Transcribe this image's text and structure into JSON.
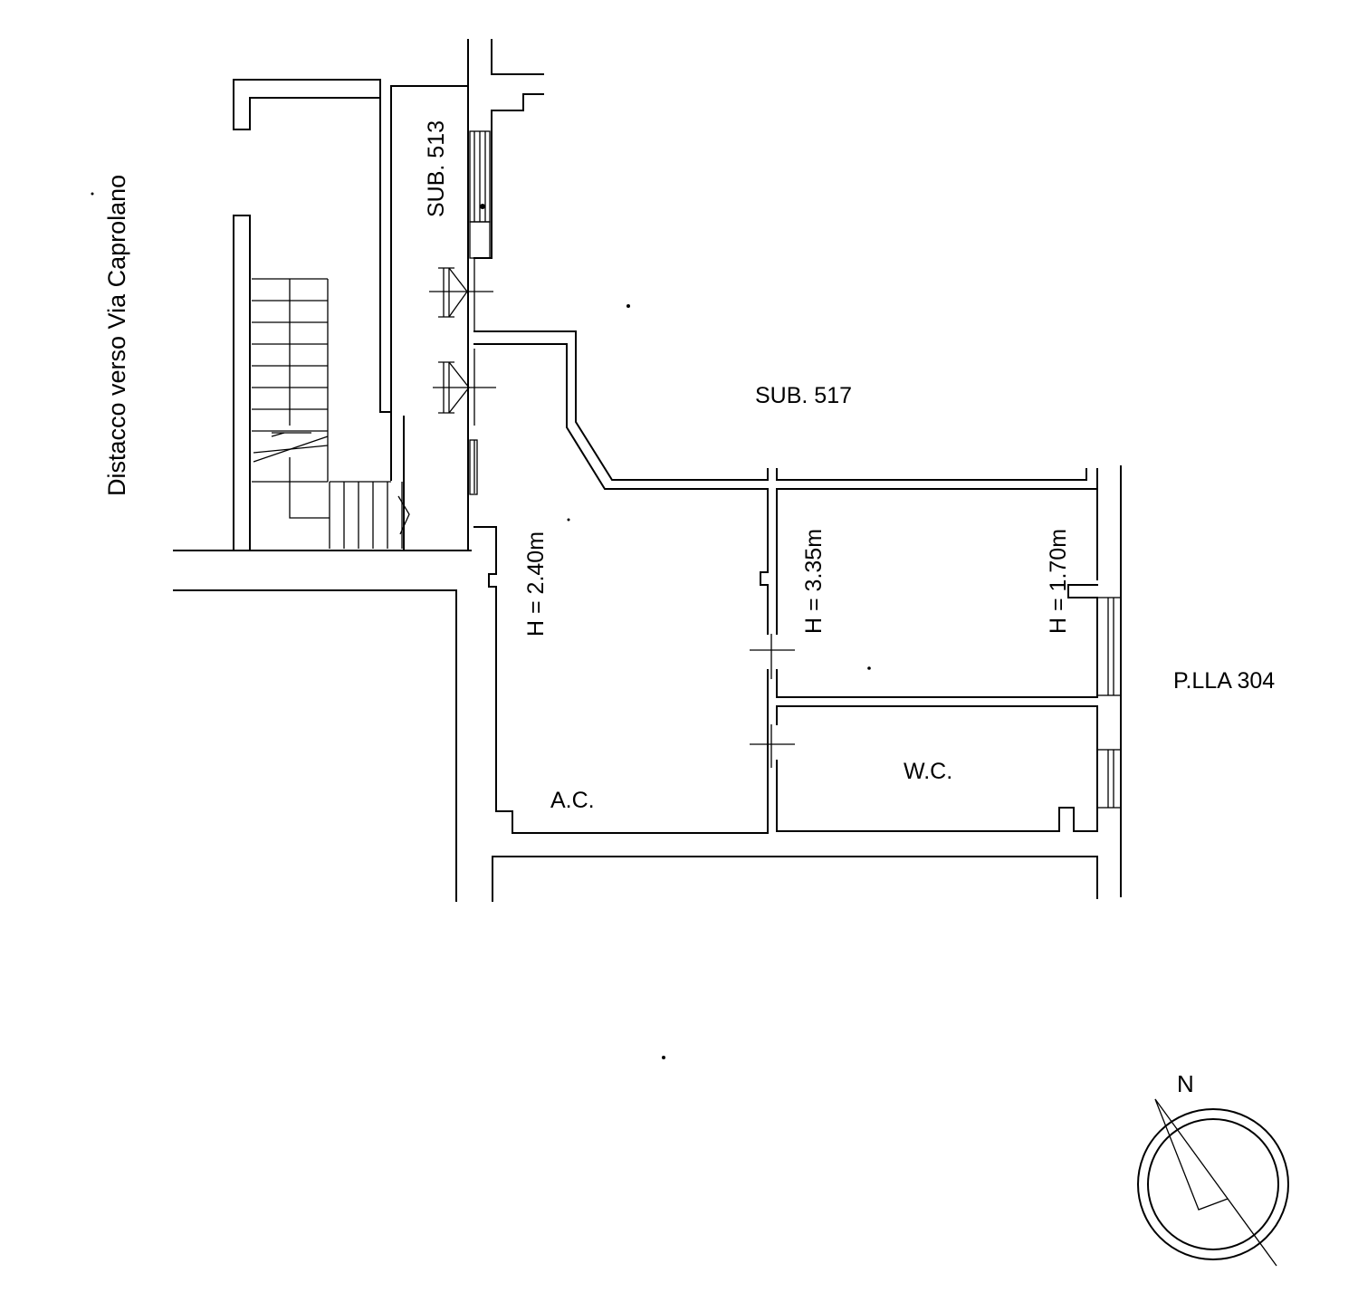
{
  "labels": {
    "street": "Distacco verso Via Caprolano",
    "sub_513": "SUB. 513",
    "sub_517": "SUB. 517",
    "h_ac": "H = 2.40m",
    "h_room": "H = 3.35m",
    "h_corner": "H = 1.70m",
    "plla": "P.LLA 304",
    "wc": "W.C.",
    "ac": "A.C.",
    "north": "N"
  }
}
